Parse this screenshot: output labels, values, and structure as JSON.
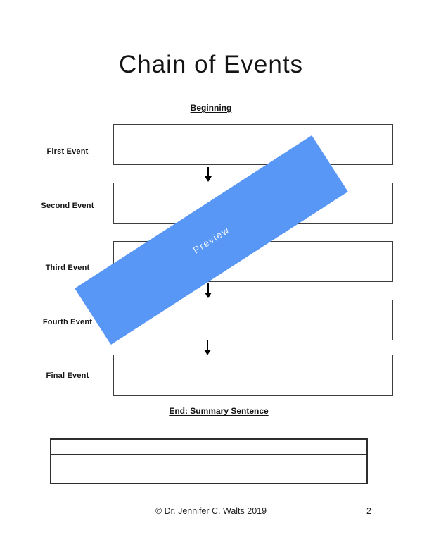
{
  "page": {
    "title": "Chain of Events",
    "section_beginning": "Beginning",
    "section_end": "End: Summary Sentence"
  },
  "diagram": {
    "rows": [
      {
        "label": "First Event"
      },
      {
        "label": "Second Event"
      },
      {
        "label": "Third Event"
      },
      {
        "label": "Fourth Event"
      },
      {
        "label": "Final Event"
      }
    ]
  },
  "watermark": {
    "text": "Preview",
    "color": "#5897f5",
    "text_color": "#ffffff"
  },
  "summary": {
    "line_count": 3
  },
  "footer": {
    "copyright": "© Dr. Jennifer C. Walts 2019",
    "page_number": "2"
  }
}
